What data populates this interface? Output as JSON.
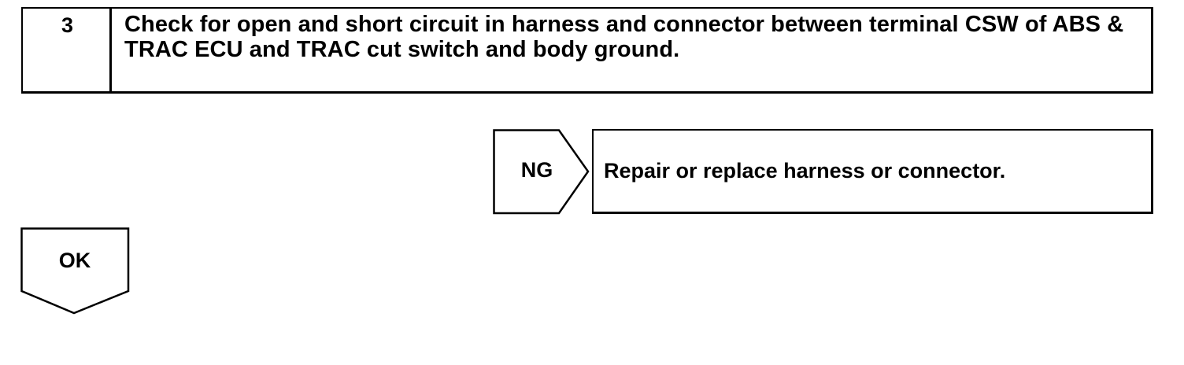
{
  "step": {
    "number": "3",
    "text": "Check for open and short circuit in harness and connector between terminal CSW of ABS & TRAC ECU and TRAC cut switch and body ground."
  },
  "ng_branch": {
    "label": "NG",
    "result_text": "Repair or replace harness or connector."
  },
  "ok_branch": {
    "label": "OK"
  }
}
